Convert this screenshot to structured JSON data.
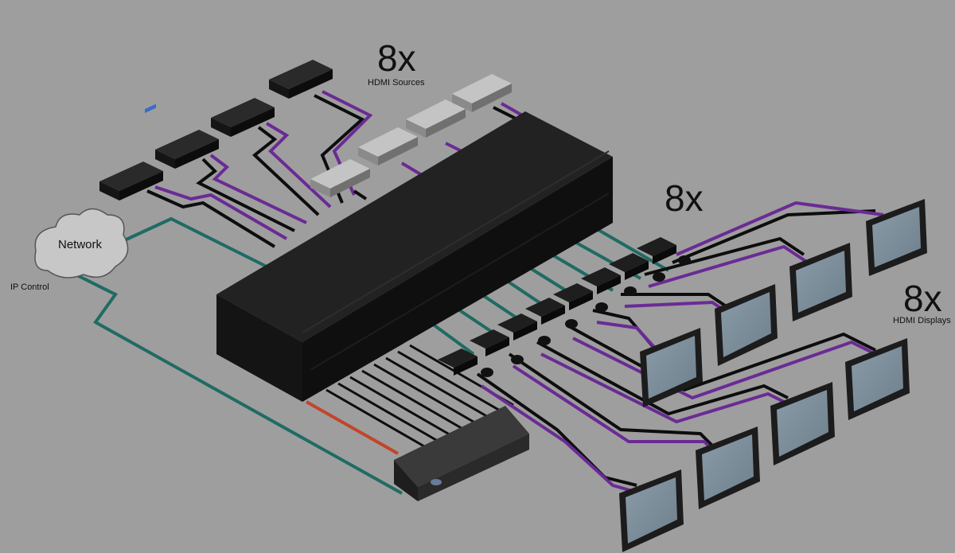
{
  "labels": {
    "sources_count": "8x",
    "sources_label": "HDMI Sources",
    "extenders_count": "8x",
    "displays_count": "8x",
    "displays_label": "HDMI Displays",
    "network": "Network",
    "ip_control": "IP Control"
  },
  "colors": {
    "background": "#9e9e9e",
    "hdmi_cable": "#6a2b95",
    "black_cable": "#0d0d0d",
    "network_cable": "#1f6b63",
    "serial_cable": "#c2452a",
    "matrix_body": "#1a1a1a",
    "screen": "#7d8f9c"
  }
}
